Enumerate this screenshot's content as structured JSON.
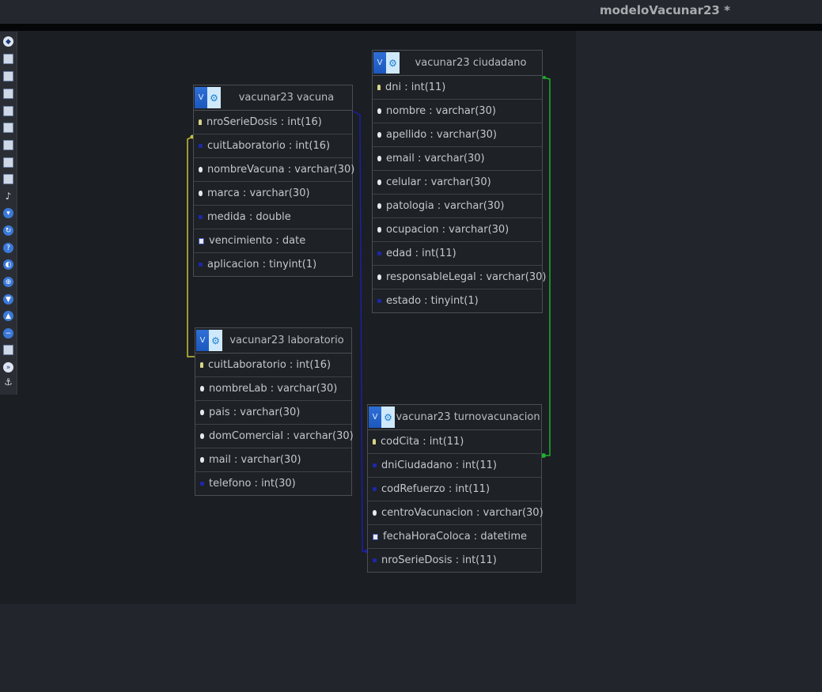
{
  "window": {
    "title": "modeloVacunar23 *"
  },
  "toolbar": {
    "tools": [
      {
        "icon": "select-icon"
      },
      {
        "icon": "grid-icon"
      },
      {
        "icon": "add-table-icon"
      },
      {
        "icon": "add-view-icon"
      },
      {
        "icon": "edit-icon"
      },
      {
        "icon": "save-icon"
      },
      {
        "icon": "save-as-icon"
      },
      {
        "icon": "export-icon"
      },
      {
        "icon": "document-icon"
      },
      {
        "icon": "relation-icon"
      },
      {
        "icon": "zoom-in-icon"
      },
      {
        "icon": "refresh-icon"
      },
      {
        "icon": "help-icon"
      },
      {
        "icon": "layout-icon"
      },
      {
        "icon": "globe-icon"
      },
      {
        "icon": "down-icon"
      },
      {
        "icon": "upload-icon"
      },
      {
        "icon": "minus-icon"
      },
      {
        "icon": "print-icon"
      },
      {
        "icon": "next-icon"
      },
      {
        "icon": "anchor-icon"
      }
    ]
  },
  "entities": {
    "vacuna": {
      "name": "vacunar23 vacuna",
      "fields": [
        {
          "text": "nroSerieDosis : int(16)",
          "kind": "pk"
        },
        {
          "text": "cuitLaboratorio : int(16)",
          "kind": "fk"
        },
        {
          "text": "nombreVacuna : varchar(30)",
          "kind": "attr"
        },
        {
          "text": "marca : varchar(30)",
          "kind": "attr"
        },
        {
          "text": "medida : double",
          "kind": "fk"
        },
        {
          "text": "vencimiento : date",
          "kind": "date"
        },
        {
          "text": "aplicacion : tinyint(1)",
          "kind": "fk"
        }
      ]
    },
    "ciudadano": {
      "name": "vacunar23 ciudadano",
      "fields": [
        {
          "text": "dni : int(11)",
          "kind": "pk"
        },
        {
          "text": "nombre : varchar(30)",
          "kind": "attr"
        },
        {
          "text": "apellido : varchar(30)",
          "kind": "attr"
        },
        {
          "text": "email : varchar(30)",
          "kind": "attr"
        },
        {
          "text": "celular : varchar(30)",
          "kind": "attr"
        },
        {
          "text": "patologia : varchar(30)",
          "kind": "attr"
        },
        {
          "text": "ocupacion : varchar(30)",
          "kind": "attr"
        },
        {
          "text": "edad : int(11)",
          "kind": "fk"
        },
        {
          "text": "responsableLegal : varchar(30)",
          "kind": "attr"
        },
        {
          "text": "estado : tinyint(1)",
          "kind": "fk"
        }
      ]
    },
    "laboratorio": {
      "name": "vacunar23 laboratorio",
      "fields": [
        {
          "text": "cuitLaboratorio : int(16)",
          "kind": "pk"
        },
        {
          "text": "nombreLab : varchar(30)",
          "kind": "attr"
        },
        {
          "text": "pais : varchar(30)",
          "kind": "attr"
        },
        {
          "text": "domComercial : varchar(30)",
          "kind": "attr"
        },
        {
          "text": "mail : varchar(30)",
          "kind": "attr"
        },
        {
          "text": "telefono : int(30)",
          "kind": "fk"
        }
      ]
    },
    "turno": {
      "name": "vacunar23 turnovacunacion",
      "fields": [
        {
          "text": "codCita : int(11)",
          "kind": "pk"
        },
        {
          "text": "dniCiudadano : int(11)",
          "kind": "fk"
        },
        {
          "text": "codRefuerzo : int(11)",
          "kind": "fk"
        },
        {
          "text": "centroVacunacion : varchar(30)",
          "kind": "attr"
        },
        {
          "text": "fechaHoraColoca : datetime",
          "kind": "date"
        },
        {
          "text": "nroSerieDosis : int(11)",
          "kind": "fk"
        }
      ]
    }
  },
  "links": [
    {
      "from": "vacuna",
      "to": "laboratorio",
      "color": "#c8c23a"
    },
    {
      "from": "vacuna",
      "to": "turno",
      "color": "#1c1fa6"
    },
    {
      "from": "ciudadano",
      "to": "turno",
      "color": "#1fae2d"
    }
  ]
}
